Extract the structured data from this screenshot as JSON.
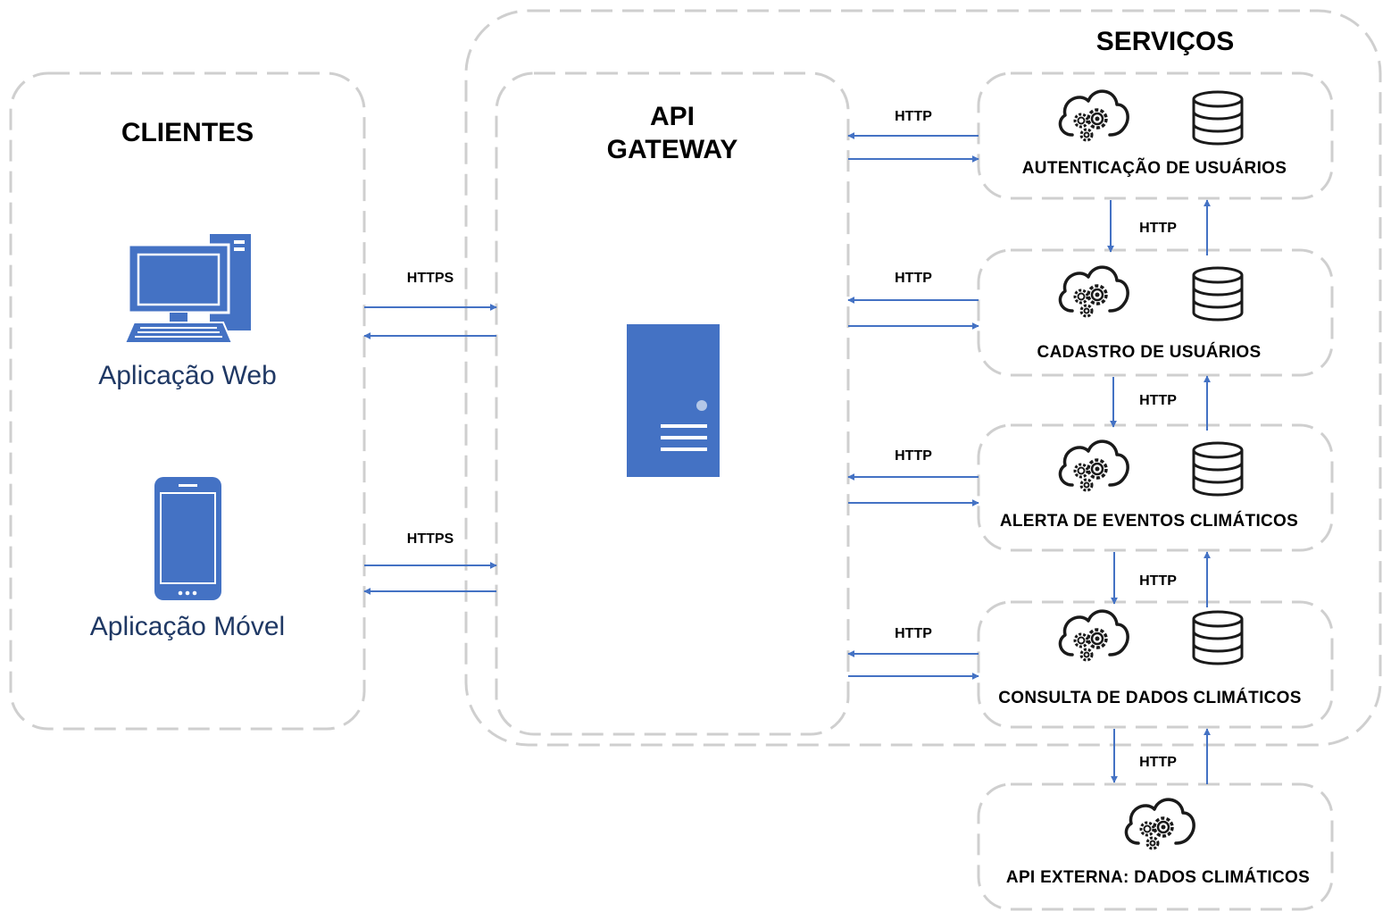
{
  "colors": {
    "accent": "#4472c4",
    "dashed_border": "#cfcfcf",
    "client_text": "#1f3864"
  },
  "clients": {
    "title": "CLIENTES",
    "web_label": "Aplicação Web",
    "mobile_label": "Aplicação Móvel",
    "web_icon": "desktop-computer-icon",
    "mobile_icon": "smartphone-icon"
  },
  "gateway": {
    "title_line1": "API",
    "title_line2": "GATEWAY",
    "icon": "server-icon"
  },
  "services": {
    "title": "SERVIÇOS",
    "items": [
      {
        "label": "AUTENTICAÇÃO DE USUÁRIOS",
        "icons": [
          "cloud-gears-icon",
          "database-icon"
        ]
      },
      {
        "label": "CADASTRO DE USUÁRIOS",
        "icons": [
          "cloud-gears-icon",
          "database-icon"
        ]
      },
      {
        "label": "ALERTA DE EVENTOS CLIMÁTICOS",
        "icons": [
          "cloud-gears-icon",
          "database-icon"
        ]
      },
      {
        "label": "CONSULTA DE DADOS CLIMÁTICOS",
        "icons": [
          "cloud-gears-icon",
          "database-icon"
        ]
      }
    ]
  },
  "external": {
    "label": "API EXTERNA: DADOS CLIMÁTICOS",
    "icon": "cloud-gears-icon"
  },
  "connections": {
    "client_protocol": "HTTPS",
    "service_protocol": "HTTP"
  }
}
